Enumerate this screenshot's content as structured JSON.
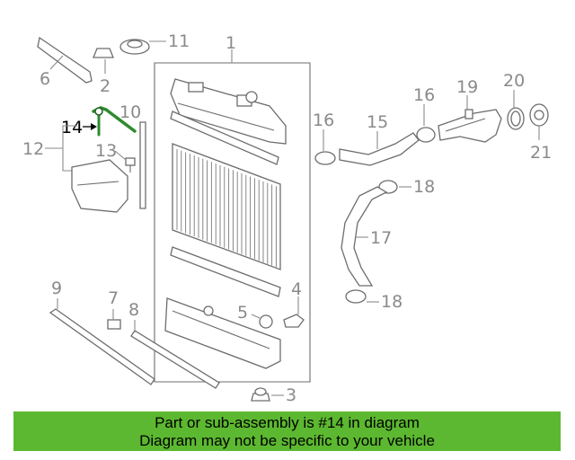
{
  "callouts": {
    "c1": "1",
    "c2": "2",
    "c3": "3",
    "c4": "4",
    "c5": "5",
    "c6": "6",
    "c7": "7",
    "c8": "8",
    "c9": "9",
    "c10": "10",
    "c11": "11",
    "c12": "12",
    "c13": "13",
    "c14": "14",
    "c15": "15",
    "c16a": "16",
    "c16b": "16",
    "c17": "17",
    "c18a": "18",
    "c18b": "18",
    "c19": "19",
    "c20": "20",
    "c21": "21"
  },
  "banner": {
    "line1": "Part or sub-assembly is #14 in diagram",
    "line2": "Diagram may not be specific to your vehicle",
    "color": "#5cb830"
  },
  "colors": {
    "highlight": "#2e8b2e",
    "linework": "#6d6d6d",
    "callout": "#8a8a8a"
  }
}
